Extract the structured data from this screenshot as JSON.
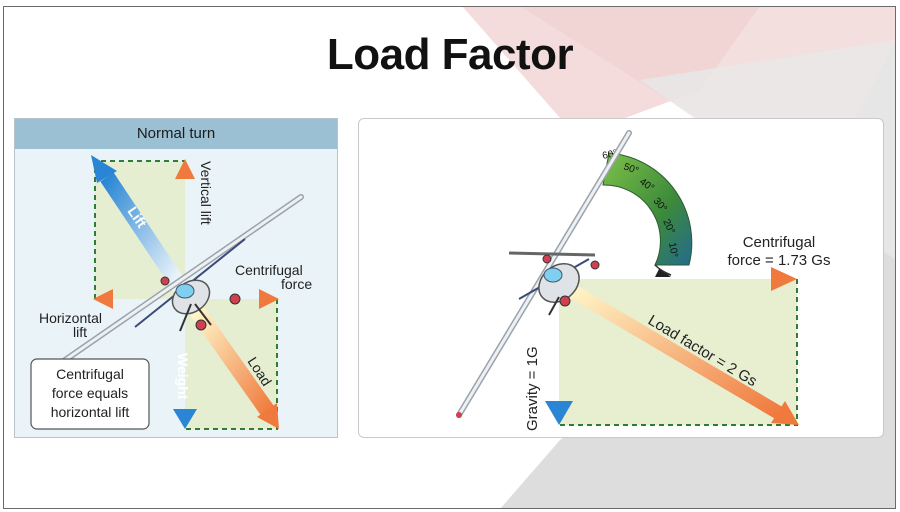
{
  "slide": {
    "title": "Load Factor"
  },
  "left_diagram": {
    "header": "Normal turn",
    "labels": {
      "lift": "Lift",
      "vertical_lift": "Vertical lift",
      "centrifugal_line1": "Centrifugal",
      "centrifugal_line2": "force",
      "horizontal_line1": "Horizontal",
      "horizontal_line2": "lift",
      "weight": "Weight",
      "load": "Load"
    },
    "note_lines": [
      "Centrifugal",
      "force equals",
      "horizontal lift"
    ]
  },
  "right_diagram": {
    "bank_scale_ticks": [
      "60°",
      "50°",
      "40°",
      "30°",
      "20°",
      "10°"
    ],
    "labels": {
      "centrifugal_line1": "Centrifugal",
      "centrifugal_line2": "force = 1.73 Gs",
      "load_factor": "Load factor = 2 Gs",
      "gravity": "Gravity = 1G"
    }
  },
  "colors": {
    "bg_pink": "#f3d7d8",
    "bg_gray": "#dcdcdc",
    "panel_header": "#9bbfd3",
    "force_area": "#e6edcc",
    "dashed_green": "#2f7d32",
    "arrow_orange": "#f07a3e",
    "arrow_blue": "#2a86d4",
    "scale_green": "#4f9a39"
  }
}
